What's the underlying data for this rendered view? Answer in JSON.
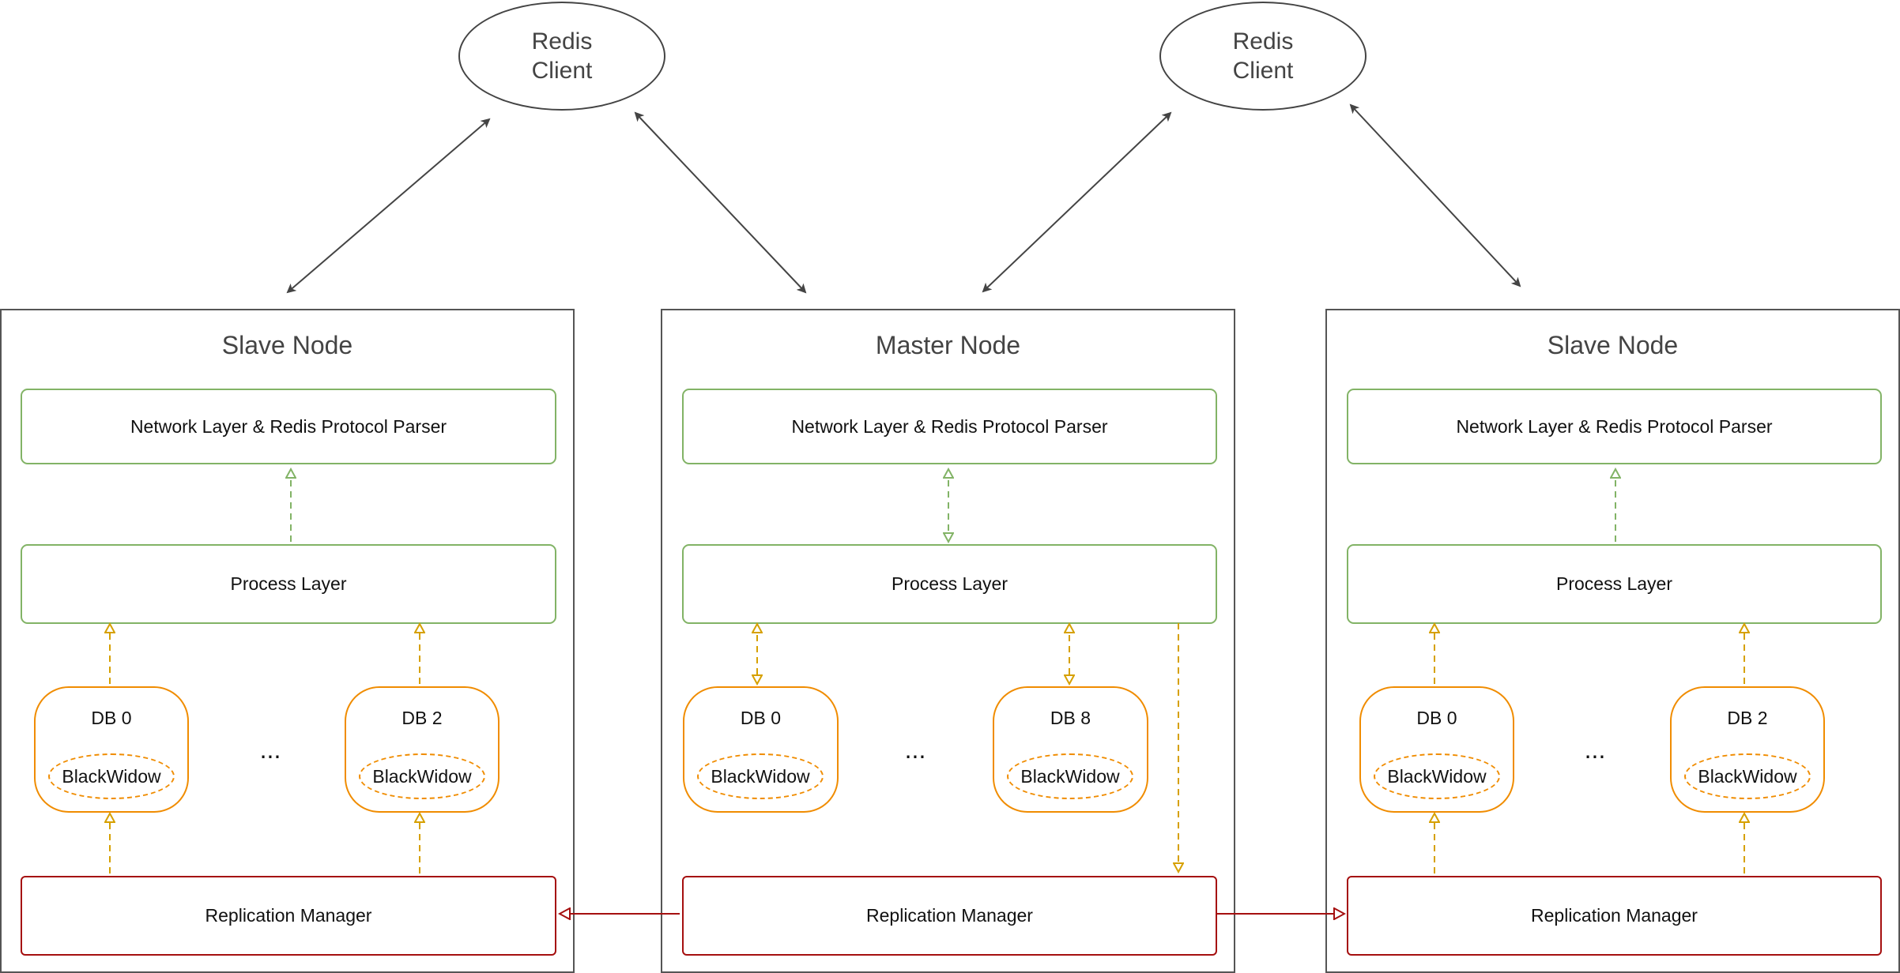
{
  "clients": [
    {
      "label": "Redis\nClient"
    },
    {
      "label": "Redis\nClient"
    }
  ],
  "nodes": {
    "left": {
      "title": "Slave Node",
      "network_layer": "Network Layer & Redis Protocol Parser",
      "process_layer": "Process Layer",
      "db_a": {
        "label": "DB 0",
        "engine": "BlackWidow"
      },
      "ellipsis": "...",
      "db_b": {
        "label": "DB 2",
        "engine": "BlackWidow"
      },
      "replication": "Replication Manager"
    },
    "master": {
      "title": "Master Node",
      "network_layer": "Network Layer & Redis Protocol Parser",
      "process_layer": "Process Layer",
      "db_a": {
        "label": "DB 0",
        "engine": "BlackWidow"
      },
      "ellipsis": "...",
      "db_b": {
        "label": "DB 8",
        "engine": "BlackWidow"
      },
      "replication": "Replication Manager"
    },
    "right": {
      "title": "Slave Node",
      "network_layer": "Network Layer & Redis Protocol Parser",
      "process_layer": "Process Layer",
      "db_a": {
        "label": "DB 0",
        "engine": "BlackWidow"
      },
      "ellipsis": "...",
      "db_b": {
        "label": "DB 2",
        "engine": "BlackWidow"
      },
      "replication": "Replication Manager"
    }
  },
  "colors": {
    "layer_border": "#82b366",
    "db_border": "#f08c00",
    "replication_border": "#a50f0f",
    "node_border": "#555555",
    "arrow_green": "#82b366",
    "arrow_orange": "#d6a000",
    "arrow_red": "#a50f0f",
    "arrow_dark": "#444444"
  }
}
